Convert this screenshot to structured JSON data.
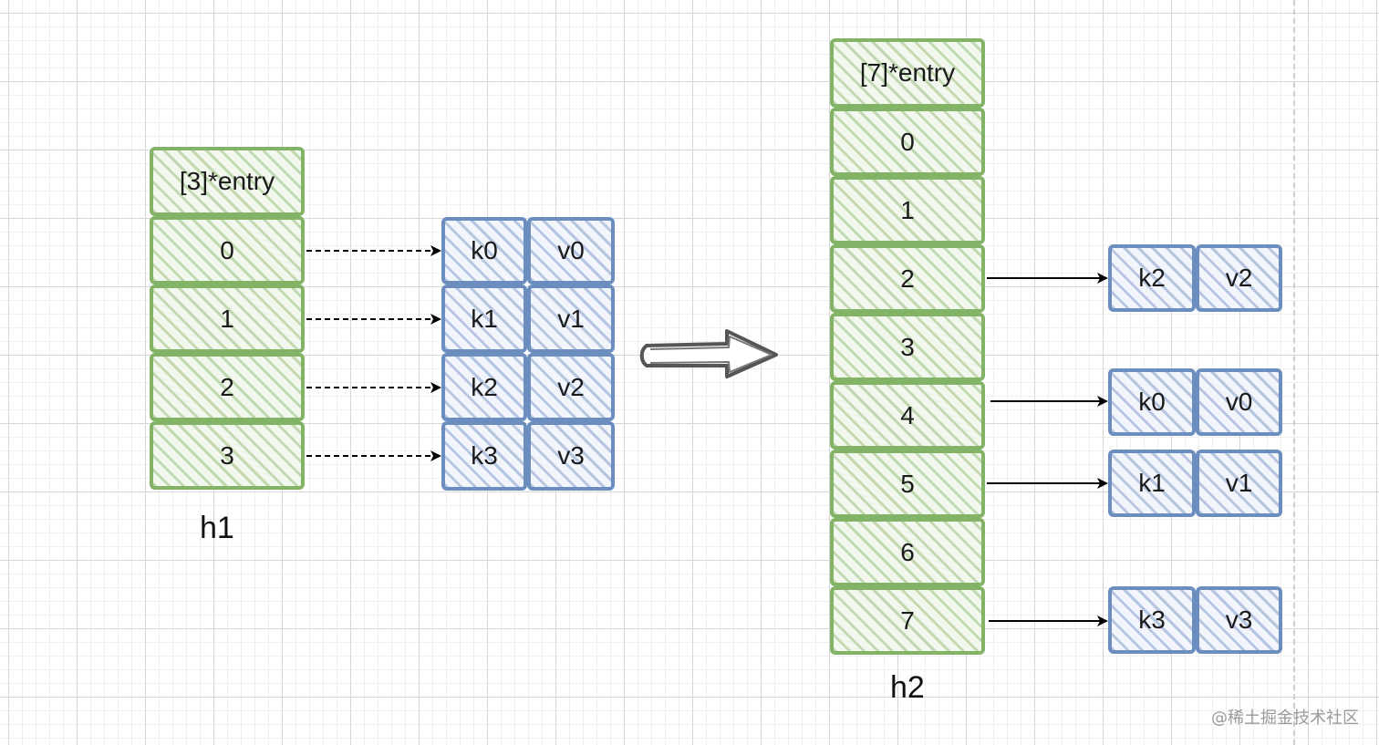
{
  "h1": {
    "label": "h1",
    "header": "[3]*entry",
    "buckets": [
      "0",
      "1",
      "2",
      "3"
    ],
    "entries": [
      {
        "key": "k0",
        "value": "v0"
      },
      {
        "key": "k1",
        "value": "v1"
      },
      {
        "key": "k2",
        "value": "v2"
      },
      {
        "key": "k3",
        "value": "v3"
      }
    ]
  },
  "h2": {
    "label": "h2",
    "header": "[7]*entry",
    "buckets": [
      "0",
      "1",
      "2",
      "3",
      "4",
      "5",
      "6",
      "7"
    ],
    "entries": [
      {
        "key": "k2",
        "value": "v2"
      },
      {
        "key": "k0",
        "value": "v0"
      },
      {
        "key": "k1",
        "value": "v1"
      },
      {
        "key": "k3",
        "value": "v3"
      }
    ]
  },
  "watermark": "@稀土掘金技术社区",
  "colors": {
    "bucket_stroke": "#82b366",
    "entry_stroke": "#6c8ebf",
    "arrow": "#000000",
    "transition_arrow": "#555555"
  }
}
